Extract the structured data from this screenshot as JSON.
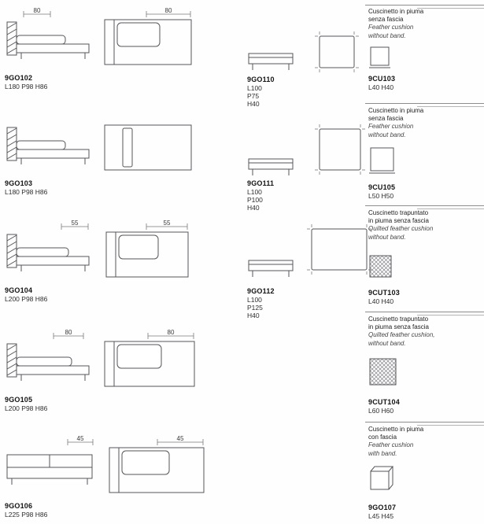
{
  "page": {
    "background": "#ffffff",
    "line_color": "#55565a",
    "text_color": "#141414"
  },
  "left_items": [
    {
      "code": "9GO102",
      "dims": "L180 P98 H86",
      "dim_side": "80",
      "dim_top": "80"
    },
    {
      "code": "9GO103",
      "dims": "L180 P98 H86"
    },
    {
      "code": "9GO104",
      "dims": "L200 P98 H86",
      "dim_side": "55",
      "dim_top": "55"
    },
    {
      "code": "9GO105",
      "dims": "L200 P98 H86",
      "dim_side": "80",
      "dim_top": "80"
    },
    {
      "code": "9GO106",
      "dims": "L225 P98 H86",
      "dim_side": "45",
      "dim_top": "45"
    }
  ],
  "middle_items": [
    {
      "code": "9GO110",
      "dims": "L100 P75 H40"
    },
    {
      "code": "9GO111",
      "dims": "L100 P100 H40"
    },
    {
      "code": "9GO112",
      "dims": "L100 P125 H40"
    }
  ],
  "right_items": [
    {
      "it1": "Cuscinetto in piuma",
      "it2": "senza fascia",
      "en1": "Feather cushion",
      "en2": "without band.",
      "code": "9CU103",
      "dims": "L40 H40"
    },
    {
      "it1": "Cuscinetto in piuma",
      "it2": "senza fascia",
      "en1": "Feather cushion",
      "en2": "without band.",
      "code": "9CU105",
      "dims": "L50 H50"
    },
    {
      "it1": "Cuscinetto trapuntato",
      "it2": "in piuma senza fascia",
      "en1": "Quilted feather cushion",
      "en2": "without band.",
      "code": "9CUT103",
      "dims": "L40 H40"
    },
    {
      "it1": "Cuscinetto trapuntato",
      "it2": "in piuma senza fascia",
      "en1": "Quilted feather cushion,",
      "en2": "without band.",
      "code": "9CUT104",
      "dims": "L60 H60"
    },
    {
      "it1": "Cuscinetto in piuma",
      "it2": "con fascia",
      "en1": "Feather cushion",
      "en2": "with band.",
      "code": "9GO107",
      "dims": "L45 H45"
    }
  ]
}
